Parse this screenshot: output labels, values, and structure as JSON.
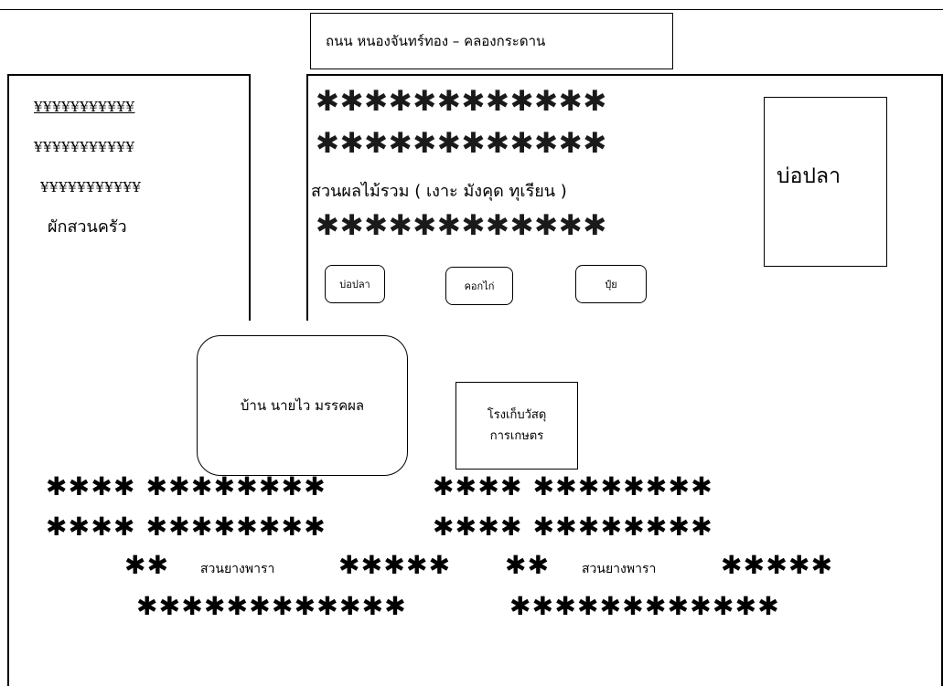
{
  "road": {
    "label": "ถนน หนองจันทร์ทอง – คลองกระดาน"
  },
  "vegetable_garden": {
    "yen_rows": [
      "¥¥¥¥¥¥¥¥¥¥¥",
      "¥¥¥¥¥¥¥¥¥¥¥",
      "¥¥¥¥¥¥¥¥¥¥¥"
    ],
    "label": "ผักสวนครัว"
  },
  "orchard": {
    "star_row_1": "✱✱✱✱✱✱✱✱✱✱✱✱",
    "star_row_2": "✱✱✱✱✱✱✱✱✱✱✱✱",
    "label": "สวนผลไม้รวม ( เงาะ มังคุด ทุเรียน )",
    "star_row_3": "✱✱✱✱✱✱✱✱✱✱✱✱"
  },
  "fish_pond": {
    "label": "บ่อปลา"
  },
  "small_boxes": {
    "pond": "บ่อปลา",
    "chicken_coop": "คอกไก่",
    "fertilizer": "ปุ๋ย"
  },
  "house": {
    "label": "บ้าน นายไว   มรรคผล"
  },
  "storage": {
    "line1": "โรงเก็บวัสดุ",
    "line2": "การเกษตร"
  },
  "rubber": {
    "row1_a": "✱✱✱✱ ✱✱✱✱✱✱✱✱",
    "row1_b": "✱✱✱✱ ✱✱✱✱✱✱✱✱",
    "row2_a": "✱✱✱✱ ✱✱✱✱✱✱✱✱",
    "row2_b": "✱✱✱✱ ✱✱✱✱✱✱✱✱",
    "row3_stars_1": "✱✱",
    "row3_label_1": "สวนยางพารา",
    "row3_stars_2": "✱✱✱✱✱",
    "row3_stars_3": "✱✱",
    "row3_label_2": "สวนยางพารา",
    "row3_stars_4": "✱✱✱✱✱",
    "row4_a": "✱✱✱✱✱✱✱✱✱✱✱✱",
    "row4_b": "✱✱✱✱✱✱✱✱✱✱✱✱"
  }
}
